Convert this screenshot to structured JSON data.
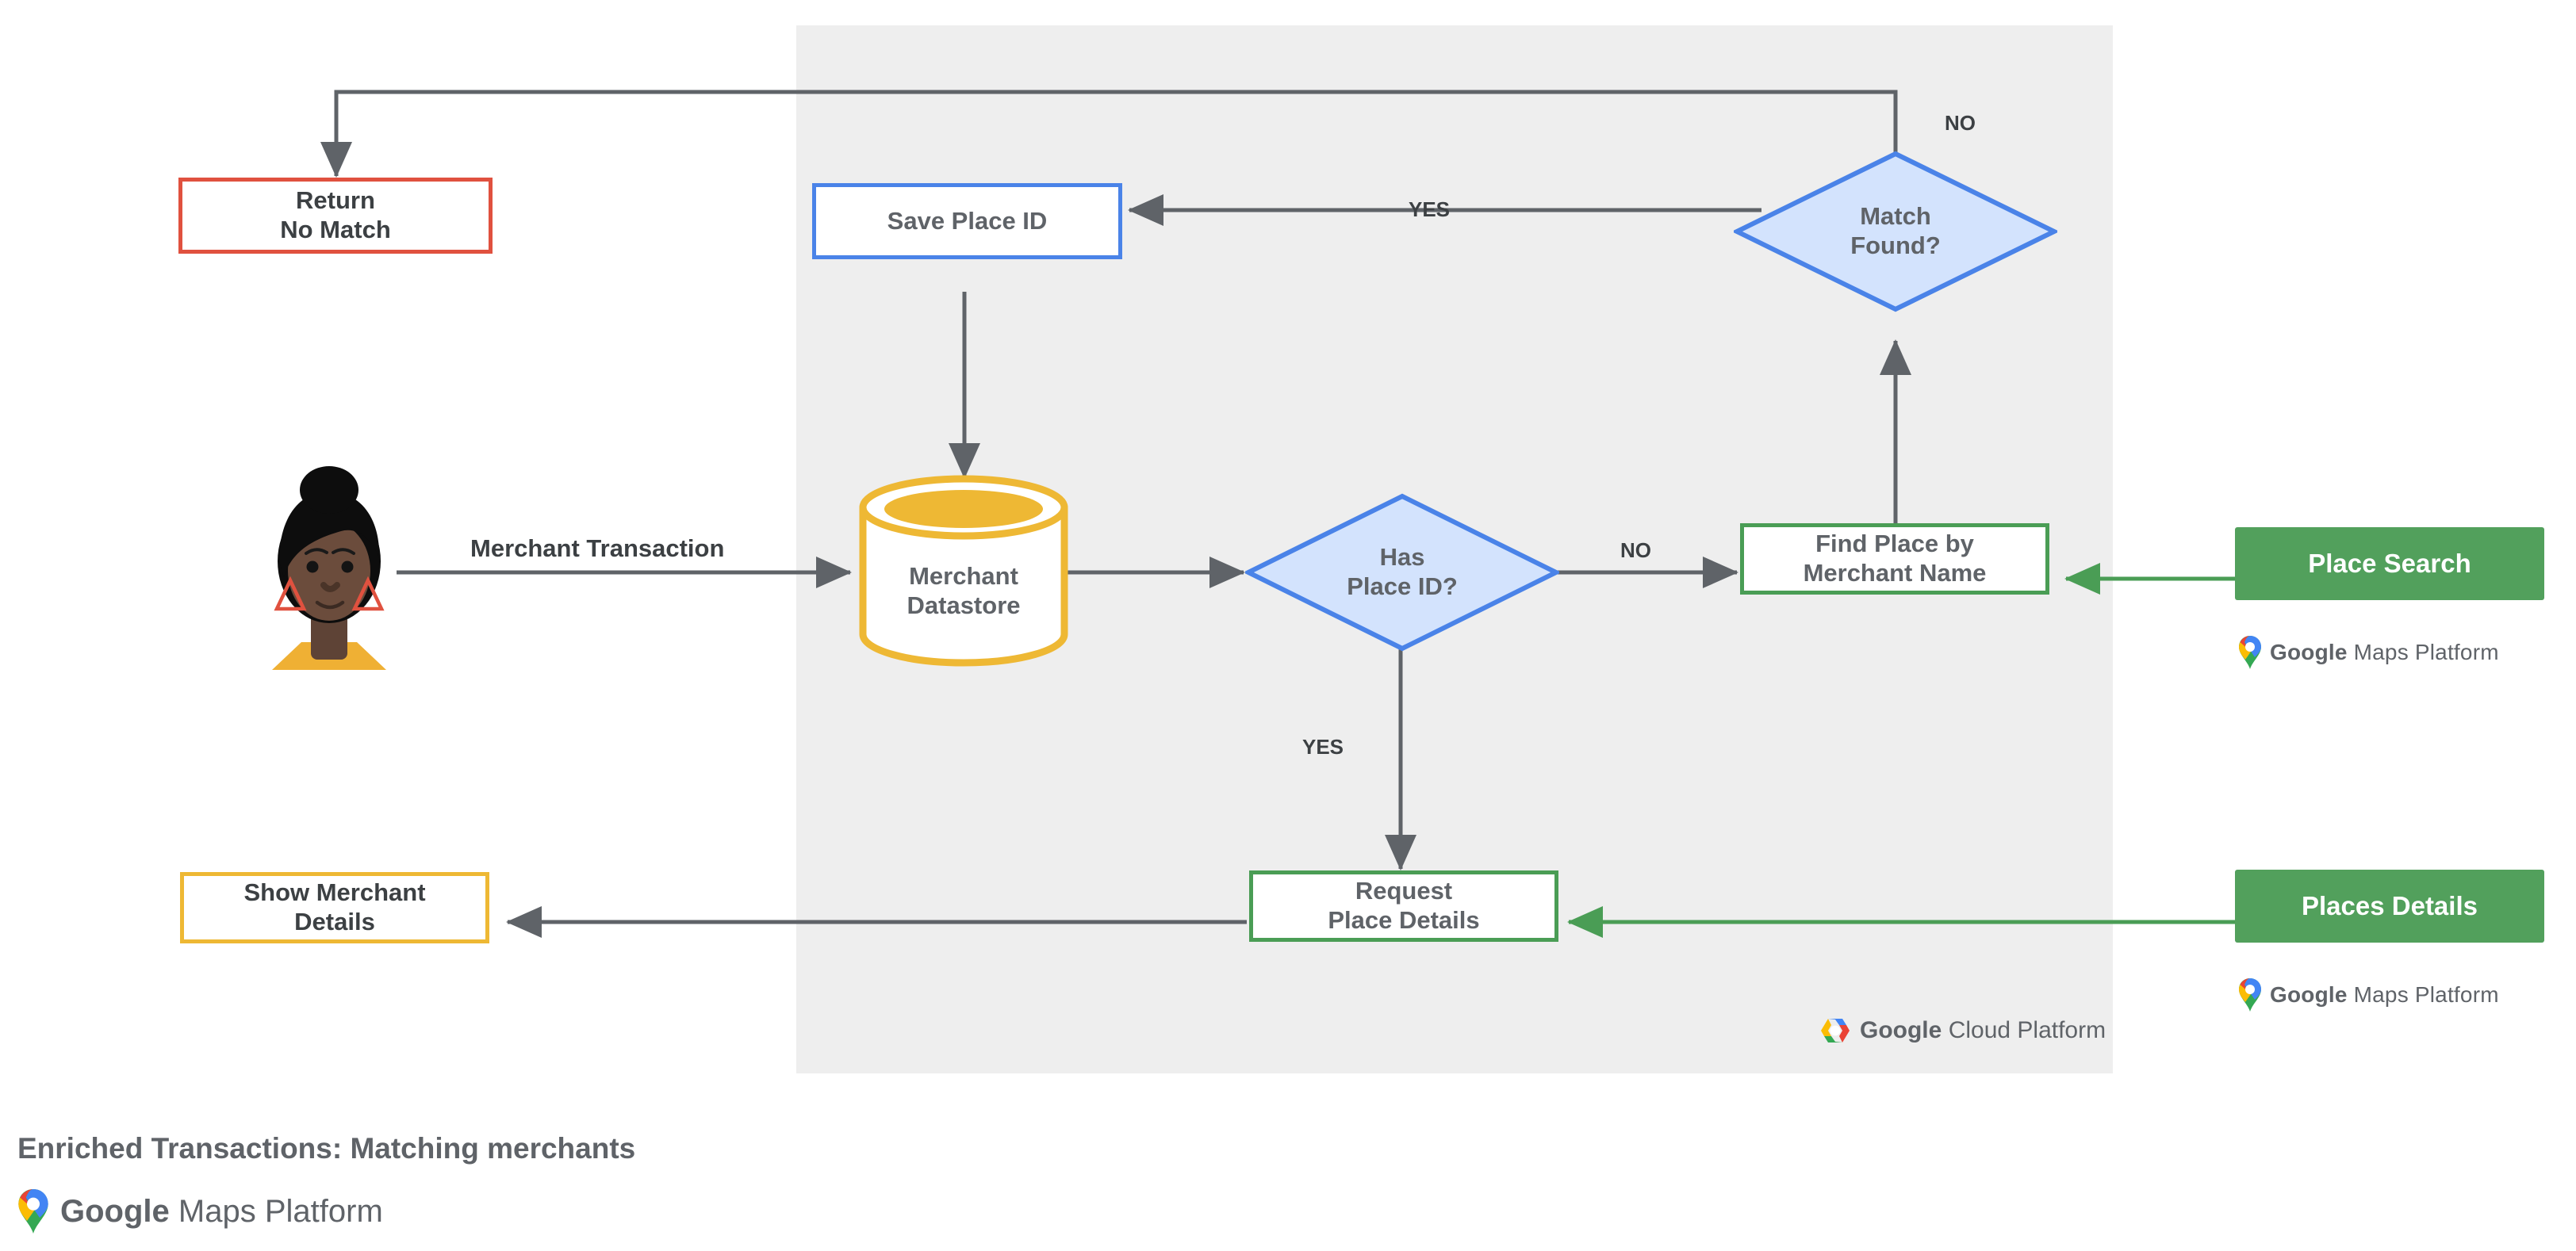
{
  "diagram": {
    "title": "Enriched Transactions: Matching merchants",
    "panel_label": "Google Cloud Platform",
    "colors": {
      "panel_bg": "#eeeeee",
      "red": "#e0513f",
      "blue": "#4a83e8",
      "blue_fill": "#d3e3fd",
      "green": "#4a9d55",
      "green_cta": "#52a05c",
      "amber": "#eeb834",
      "wire": "#5f6368",
      "text": "#3c4043"
    },
    "nodes": {
      "return_no_match": {
        "line1": "Return",
        "line2": "No Match"
      },
      "save_place_id": {
        "line1": "Save Place ID"
      },
      "match_found": {
        "line1": "Match",
        "line2": "Found?"
      },
      "merchant_datastore": {
        "line1": "Merchant",
        "line2": "Datastore"
      },
      "has_place_id": {
        "line1": "Has",
        "line2": "Place ID?"
      },
      "find_place_by_merchant_name": {
        "line1": "Find Place by",
        "line2": "Merchant Name"
      },
      "request_place_details": {
        "line1": "Request",
        "line2": "Place Details"
      },
      "show_merchant_details": {
        "line1": "Show Merchant",
        "line2": "Details"
      },
      "place_search": {
        "label": "Place Search"
      },
      "places_details": {
        "label": "Places Details"
      }
    },
    "edge_labels": {
      "merchant_transaction": "Merchant Transaction",
      "match_found_no": "NO",
      "match_found_yes": "YES",
      "has_place_id_no": "NO",
      "has_place_id_yes": "YES"
    },
    "branding": {
      "google": "Google",
      "maps_platform": "Maps Platform",
      "cloud_platform": "Cloud Platform"
    },
    "icons": {
      "avatar": "person-avatar-icon",
      "maps_pin": "google-maps-pin-icon",
      "cloud_hex": "google-cloud-hexagon-icon"
    }
  }
}
